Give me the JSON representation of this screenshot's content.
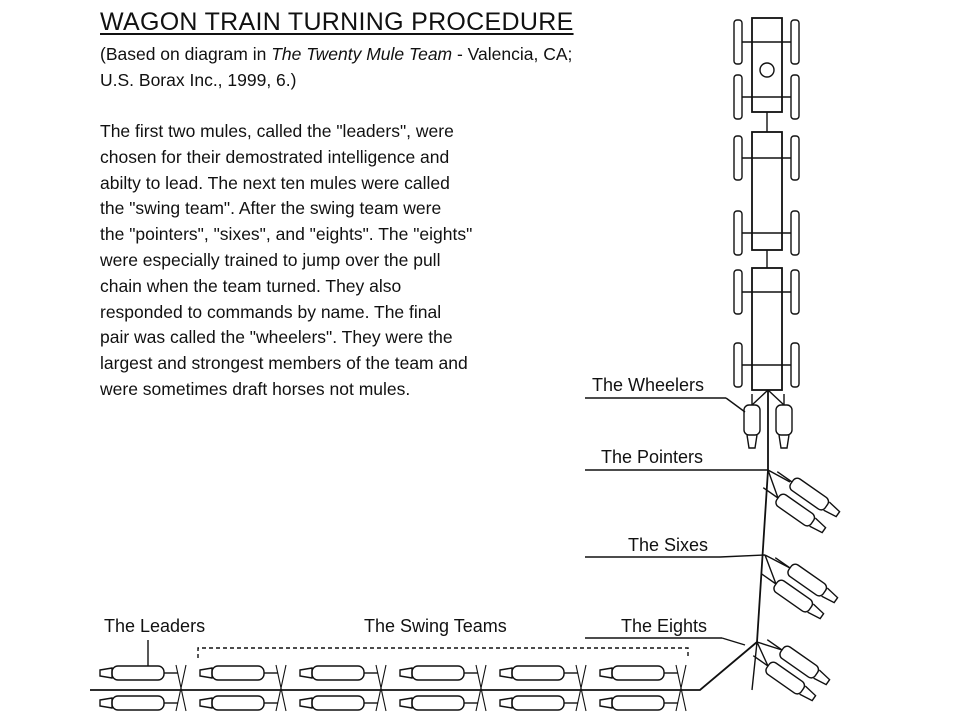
{
  "title": "WAGON TRAIN TURNING PROCEDURE",
  "citation": {
    "prefix": "(Based on diagram in ",
    "book_title": "The Twenty Mule Team",
    "suffix": " - Valencia, CA; U.S. Borax Inc., 1999, 6.)"
  },
  "description": [
    "The first two mules, called the \"leaders\", were",
    "chosen for their demostrated intelligence and",
    "abilty to lead.  The next ten mules were called",
    "the \"swing team\".  After the swing team were",
    "the \"pointers\", \"sixes\", and \"eights\".  The \"eights\"",
    "were especially trained to jump over the pull",
    "chain when the team turned.  They also",
    "responded to commands by name.  The final",
    "pair was called the \"wheelers\".  They were the",
    "largest and strongest members of the team and",
    "were sometimes draft horses not mules."
  ],
  "labels": {
    "wheelers": "The Wheelers",
    "pointers": "The Pointers",
    "sixes": "The Sixes",
    "eights": "The Eights",
    "leaders": "The Leaders",
    "swing_teams": "The Swing Teams"
  },
  "colors": {
    "ink": "#111111",
    "background": "#ffffff"
  }
}
